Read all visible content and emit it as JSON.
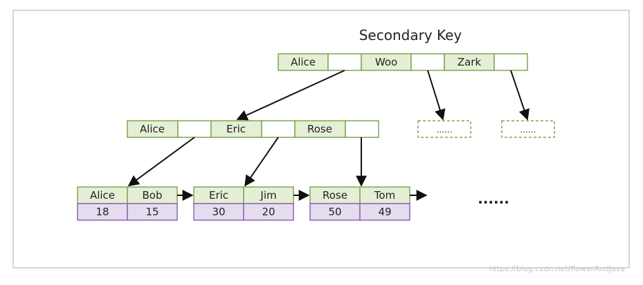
{
  "title": "Secondary Key",
  "root": {
    "keys": [
      "Alice",
      "Woo",
      "Zark"
    ]
  },
  "level2": {
    "keys": [
      "Alice",
      "Eric",
      "Rose"
    ]
  },
  "placeholders": [
    "......",
    "......"
  ],
  "leaves": [
    {
      "names": [
        "Alice",
        "Bob"
      ],
      "values": [
        "18",
        "15"
      ]
    },
    {
      "names": [
        "Eric",
        "Jim"
      ],
      "values": [
        "30",
        "20"
      ]
    },
    {
      "names": [
        "Rose",
        "Tom"
      ],
      "values": [
        "50",
        "49"
      ]
    }
  ],
  "ellipsis": "......",
  "watermark_url": "https://blog.csdn.net/flowerAndJava",
  "colors": {
    "key_fill": "#e5efd6",
    "key_border": "#7aa84e",
    "value_fill": "#e6dcef",
    "value_border": "#8a66b0",
    "arrow": "#111111",
    "frame": "#c9c9c9"
  }
}
